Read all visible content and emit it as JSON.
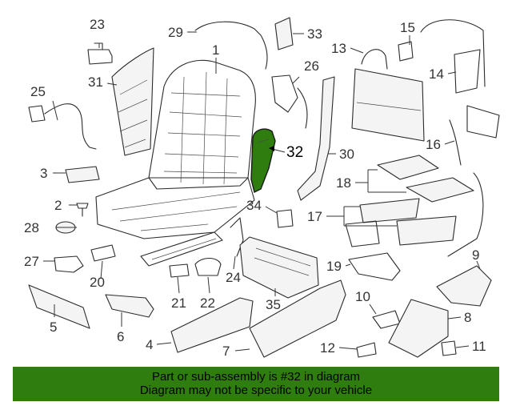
{
  "diagram": {
    "highlight_color": "#2e7d0e",
    "highlighted_part": "32",
    "callouts": {
      "c1": "1",
      "c2": "2",
      "c3": "3",
      "c4": "4",
      "c5": "5",
      "c6": "6",
      "c7": "7",
      "c8": "8",
      "c9": "9",
      "c10": "10",
      "c11": "11",
      "c12": "12",
      "c13": "13",
      "c14": "14",
      "c15": "15",
      "c16": "16",
      "c17": "17",
      "c18": "18",
      "c19": "19",
      "c20": "20",
      "c21": "21",
      "c22": "22",
      "c23": "23",
      "c24": "24",
      "c25": "25",
      "c26": "26",
      "c27": "27",
      "c28": "28",
      "c29": "29",
      "c30": "30",
      "c31": "31",
      "c32": "32",
      "c33": "33",
      "c34": "34",
      "c35": "35"
    }
  },
  "banner": {
    "line1": "Part or sub-assembly is #32 in diagram",
    "line2": "Diagram may not be specific to your vehicle",
    "background": "#2e7d0e"
  }
}
